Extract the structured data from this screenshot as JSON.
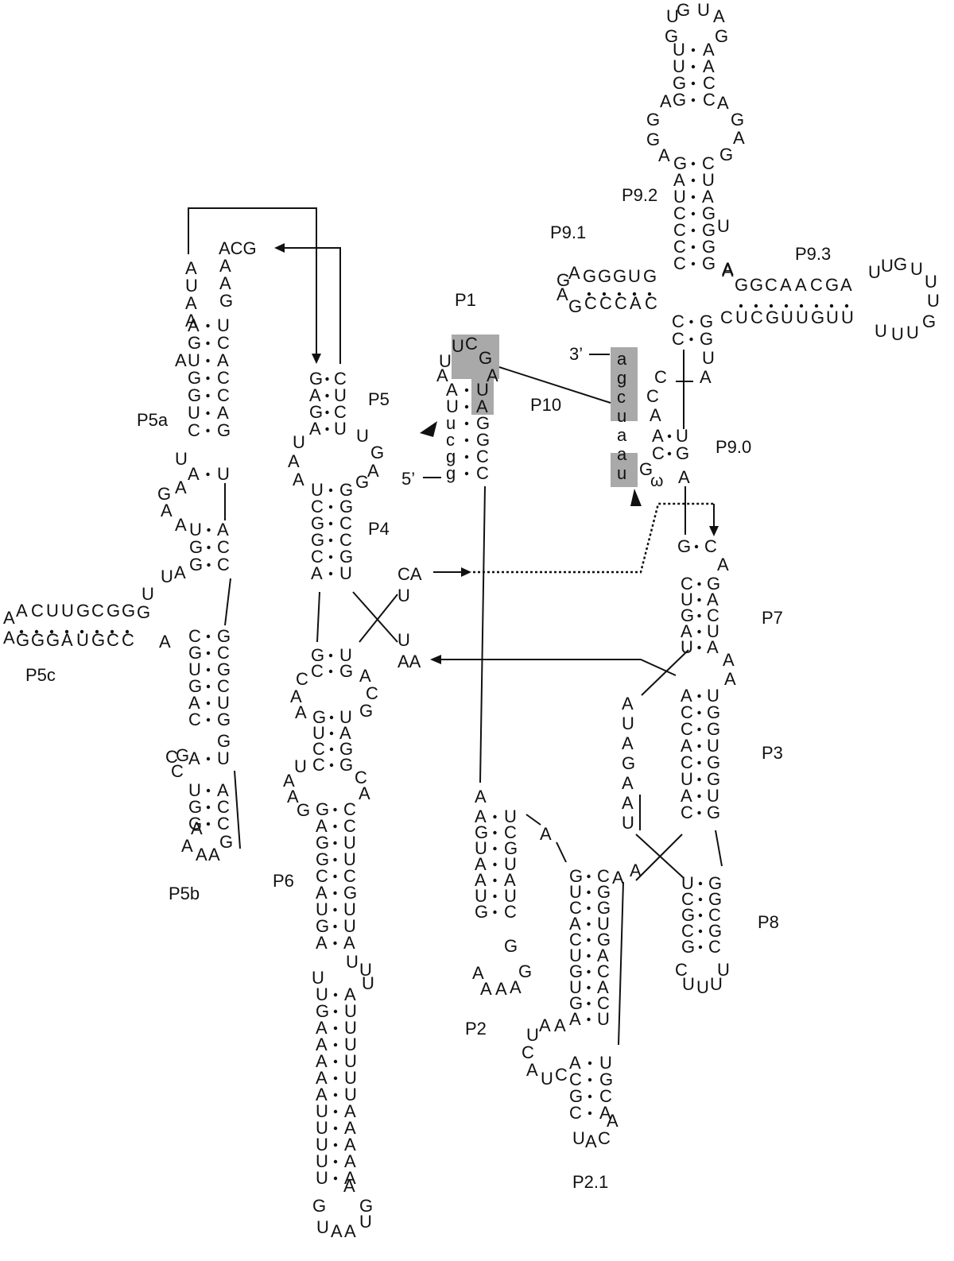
{
  "colors": {
    "ink": "#111111",
    "highlight": "#a9a9a9",
    "background": "#ffffff"
  },
  "labels": {
    "P1": "P1",
    "P2": "P2",
    "P2_1": "P2.1",
    "P3": "P3",
    "P4": "P4",
    "P5": "P5",
    "P5a": "P5a",
    "P5b": "P5b",
    "P5c": "P5c",
    "P6": "P6",
    "P7": "P7",
    "P8": "P8",
    "P9_0": "P9.0",
    "P9_1": "P9.1",
    "P9_2": "P9.2",
    "P9_3": "P9.3",
    "P10": "P10",
    "end5": "5’",
    "end3": "3’",
    "omega": "ω"
  },
  "diagram": {
    "p9_2_stem": {
      "loop_top": "UGUA",
      "loop_left": "G",
      "loop_right": "G",
      "pairs": [
        [
          "U",
          "A"
        ],
        [
          "U",
          "A"
        ],
        [
          "G",
          "C"
        ],
        [
          "G",
          "C"
        ]
      ],
      "bulge_left": "GGA",
      "bulge_right": "AGA",
      "pairs2": [
        [
          "G",
          "C"
        ],
        [
          "A",
          "U"
        ],
        [
          "U",
          "A"
        ],
        [
          "C",
          "G"
        ],
        [
          "C",
          "G"
        ],
        [
          "C",
          "G"
        ],
        [
          "C",
          "G"
        ]
      ],
      "bulge_u": "U"
    },
    "p9_1": {
      "loop": "GA",
      "top": "AGGGUG",
      "bottom": "GCCCAC"
    },
    "p9_3": {
      "top": "AGGCAACGA",
      "bottom": "CUCGUUGUU",
      "loop": "UUGUUGUUU"
    },
    "p9_0": {
      "pairs": [
        [
          "C",
          "G"
        ],
        [
          "C",
          "G"
        ]
      ],
      "right_u": "U",
      "right_a": "A",
      "left": "CCA",
      "pair3": [
        [
          "A",
          "U"
        ],
        [
          "C",
          "G"
        ]
      ],
      "a": "A"
    },
    "p10": {
      "strand": [
        "a",
        "g",
        "c",
        "u",
        "a",
        "a",
        "u"
      ],
      "g": "G"
    },
    "p1": {
      "loop": "UCG",
      "left": [
        "U",
        "A",
        "A",
        "U",
        "u",
        "c",
        "g",
        "g"
      ],
      "right": [
        "A",
        "U",
        "A",
        "G",
        "G",
        "C",
        "C"
      ]
    },
    "p5abc": {
      "acg": "ACG",
      "left_top": [
        "A",
        "U",
        "A",
        "A",
        "G",
        "U",
        "G",
        "G",
        "U",
        "C",
        "A"
      ],
      "right_top": [
        "A",
        "A",
        "G",
        "U",
        "C",
        "A",
        "C",
        "C",
        "A",
        "G",
        "U"
      ],
      "p5c_top": "ACUUGCGG",
      "p5c_bottom": "GGGAUGCCA",
      "junction": "GAAUGCUAU",
      "p5b_left": [
        "C",
        "G",
        "U",
        "G",
        "A",
        "C",
        "C",
        "C",
        "G",
        "U",
        "G",
        "A"
      ],
      "p5b_right": [
        "G",
        "C",
        "G",
        "C",
        "U",
        "G",
        "G",
        "U",
        "A",
        "C",
        "C",
        "G"
      ],
      "p5b_loop": "AAA"
    },
    "p5p4p6": {
      "p5_left": [
        "G",
        "A",
        "G",
        "A"
      ],
      "p5_right": [
        "C",
        "U",
        "C",
        "U"
      ],
      "p5_bulge_left": "UAA",
      "p5_bulge_right": "UGAG",
      "p4_left": [
        "U",
        "C",
        "G",
        "G",
        "C",
        "A"
      ],
      "p4_right": [
        "G",
        "G",
        "C",
        "C",
        "G",
        "U"
      ],
      "j": [
        "C",
        "A",
        "U",
        "U",
        "A",
        "A"
      ],
      "p6_left": [
        "G",
        "C",
        "C",
        "A",
        "A",
        "G",
        "U",
        "C",
        "C",
        "A",
        "U",
        "A",
        "G",
        "G",
        "A",
        "G",
        "C",
        "A",
        "U",
        "G",
        "A",
        "U",
        "U",
        "G",
        "A",
        "A",
        "A",
        "A",
        "A",
        "U",
        "U",
        "U",
        "U",
        "U",
        "G"
      ],
      "p6_right": [
        "U",
        "G",
        "A",
        "C",
        "G",
        "G",
        "A",
        "G",
        "C",
        "C",
        "U",
        "U",
        "C",
        "G",
        "U",
        "U",
        "A",
        "U",
        "U",
        "A",
        "U",
        "U",
        "U",
        "U",
        "U",
        "U",
        "U",
        "A",
        "A",
        "A",
        "A",
        "A",
        "G"
      ],
      "p6_loop": "UAA"
    },
    "p2": {
      "left": [
        "A",
        "A",
        "G",
        "U",
        "A",
        "A",
        "U",
        "G",
        "A",
        "A",
        "A",
        "A"
      ],
      "right": [
        "U",
        "C",
        "G",
        "U",
        "A",
        "U",
        "C",
        "G",
        "G"
      ],
      "bridge": "A"
    },
    "p2_1": {
      "left": [
        "G",
        "U",
        "C",
        "A",
        "C",
        "U",
        "G",
        "U",
        "G",
        "A",
        "U",
        "A",
        "C",
        "A",
        "U",
        "C",
        "G",
        "C",
        "U"
      ],
      "right": [
        "C",
        "A",
        "G",
        "U",
        "G",
        "A",
        "C",
        "A",
        "C",
        "U",
        "U",
        "G",
        "C",
        "A",
        "C"
      ],
      "loop": "UAC"
    },
    "p3_p7_p8": {
      "p7_left": [
        "G",
        "C",
        "U",
        "G",
        "A",
        "U"
      ],
      "p7_right": [
        "C",
        "A",
        "G",
        "A",
        "C",
        "U",
        "A",
        "A",
        "A"
      ],
      "j": [
        "A",
        "U",
        "A",
        "G",
        "A",
        "A",
        "U"
      ],
      "p3_left": [
        "A",
        "C",
        "C",
        "A",
        "C",
        "U",
        "A",
        "C"
      ],
      "p3_right": [
        "U",
        "G",
        "G",
        "U",
        "G",
        "G",
        "U",
        "G"
      ],
      "p8_left": [
        "U",
        "C",
        "G",
        "C",
        "G",
        "C"
      ],
      "p8_right": [
        "G",
        "G",
        "C",
        "G",
        "C",
        "U"
      ],
      "p8_loop": "UUU",
      "ca": "CA",
      "aa": "AA"
    }
  }
}
